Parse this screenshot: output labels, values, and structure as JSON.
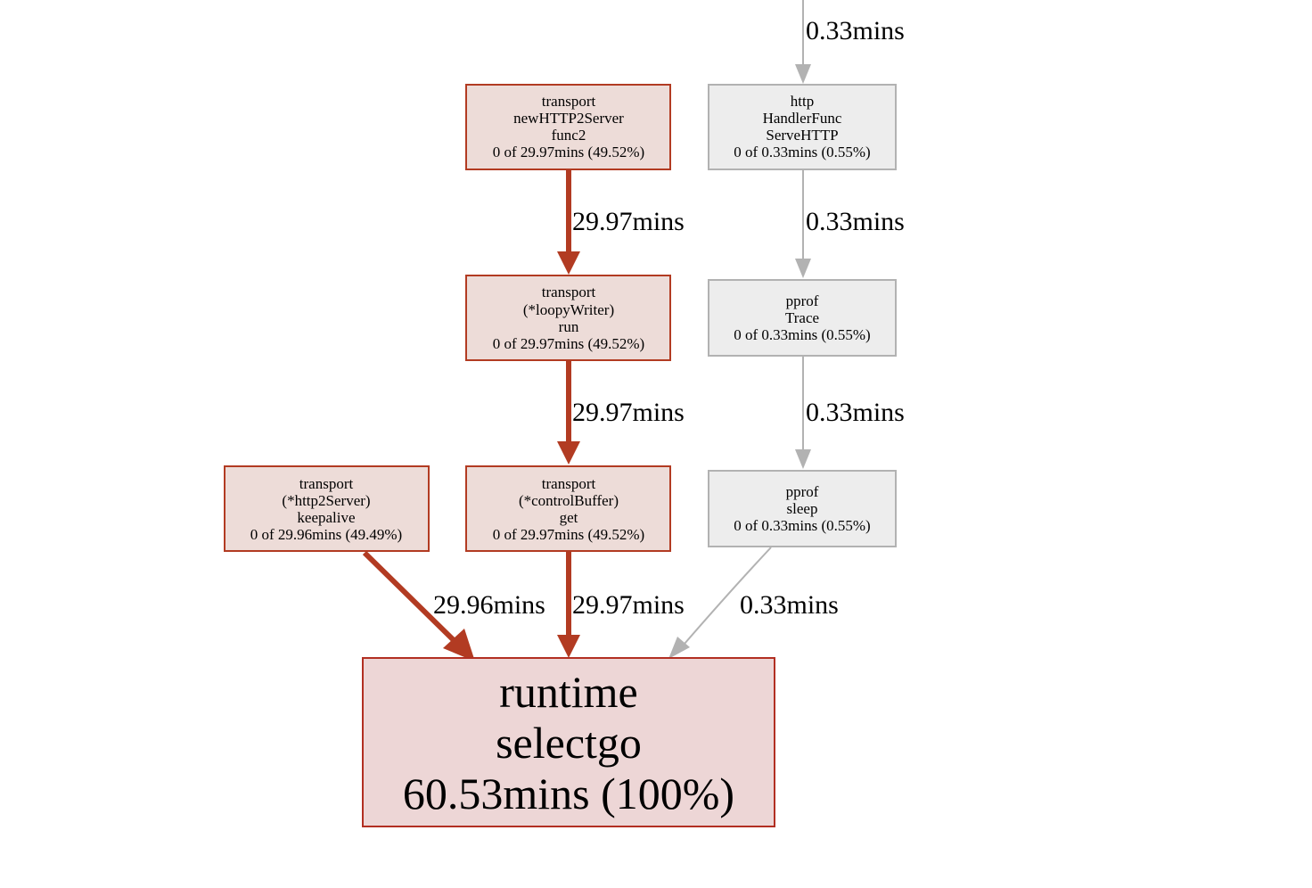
{
  "nodes": {
    "newHTTP2Server": {
      "lines": [
        "transport",
        "newHTTP2Server",
        "func2",
        "0 of 29.97mins (49.52%)"
      ]
    },
    "httpHandlerFunc": {
      "lines": [
        "http",
        "HandlerFunc",
        "ServeHTTP",
        "0 of 0.33mins (0.55%)"
      ]
    },
    "loopyWriter": {
      "lines": [
        "transport",
        "(*loopyWriter)",
        "run",
        "0 of 29.97mins (49.52%)"
      ]
    },
    "pprofTrace": {
      "lines": [
        "pprof",
        "Trace",
        "0 of 0.33mins (0.55%)"
      ]
    },
    "keepalive": {
      "lines": [
        "transport",
        "(*http2Server)",
        "keepalive",
        "0 of 29.96mins (49.49%)"
      ]
    },
    "controlBuffer": {
      "lines": [
        "transport",
        "(*controlBuffer)",
        "get",
        "0 of 29.97mins (49.52%)"
      ]
    },
    "pprofSleep": {
      "lines": [
        "pprof",
        "sleep",
        "0 of 0.33mins (0.55%)"
      ]
    },
    "selectgo": {
      "lines": [
        "runtime",
        "selectgo",
        "60.53mins (100%)"
      ]
    }
  },
  "edges": {
    "incoming_http": "0.33mins",
    "newHTTP2Server_to_loopyWriter": "29.97mins",
    "http_to_trace": "0.33mins",
    "loopyWriter_to_controlBuffer": "29.97mins",
    "trace_to_sleep": "0.33mins",
    "keepalive_to_selectgo": "29.96mins",
    "controlBuffer_to_selectgo": "29.97mins",
    "sleep_to_selectgo": "0.33mins"
  },
  "colors": {
    "hot_fill": "#eddcd8",
    "hot_stroke": "#b23b22",
    "cold_fill": "#ededed",
    "cold_stroke": "#b2b2b2",
    "root_fill": "#edd6d6"
  }
}
